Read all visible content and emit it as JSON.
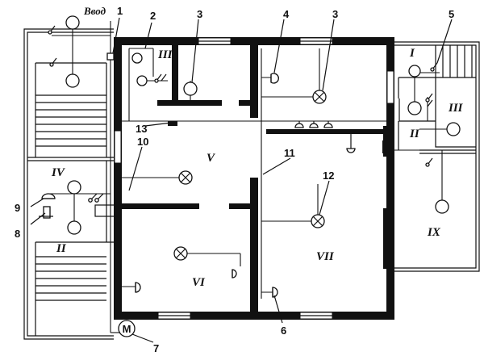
{
  "labels": {
    "entry": "Ввод",
    "n1": "1",
    "n2": "2",
    "n3a": "3",
    "n3b": "3",
    "n4": "4",
    "n5": "5",
    "n6": "6",
    "n7": "7",
    "n8": "8",
    "n9": "9",
    "n10": "10",
    "n11": "11",
    "n12": "12",
    "n13": "13"
  },
  "rooms": {
    "I": "I",
    "II_left": "II",
    "II_right": "II",
    "III_top": "III",
    "III_right": "III",
    "IV": "IV",
    "V": "V",
    "VI": "VI",
    "VII": "VII",
    "IX": "IX"
  },
  "meter_symbol": "M"
}
